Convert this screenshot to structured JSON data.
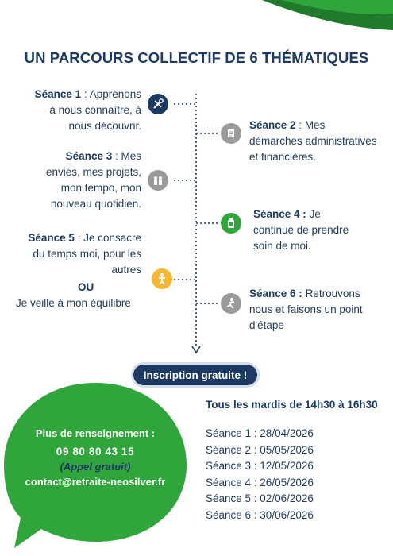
{
  "title": "UN PARCOURS COLLECTIF DE 6 THÉMATIQUES",
  "sessions": [
    {
      "label": "Séance 1",
      "sep": " : ",
      "lines": [
        "Apprenons",
        "à nous connaître, à",
        "nous découvrir."
      ]
    },
    {
      "label": "Séance 2",
      "sep": " : ",
      "lines": [
        "Mes",
        "démarches administratives",
        "et financières."
      ]
    },
    {
      "label": "Séance 3",
      "sep": " : ",
      "lines": [
        "Mes",
        "envies, mes projets,",
        "mon tempo, mon",
        "nouveau quotidien."
      ]
    },
    {
      "label": "Séance 4 :",
      "sep": " ",
      "lines": [
        "Je",
        "continue de prendre",
        "soin de moi."
      ]
    },
    {
      "label": "Séance 5",
      "sep": " : ",
      "lines": [
        "Je consacre",
        "du temps moi, pour les",
        "autres"
      ],
      "or": "OU",
      "alt": "Je veille à mon équilibre"
    },
    {
      "label": "Séance 6 :",
      "sep": " ",
      "lines": [
        "Retrouvons",
        "nous et faisons un point",
        "d'étape"
      ]
    }
  ],
  "icons": [
    "tools-icon",
    "document-icon",
    "people-icon",
    "bottle-icon",
    "pulley-icon",
    "exercise-icon"
  ],
  "colors": {
    "navy": "#1c3a63",
    "green": "#2fa53b",
    "dark_green": "#1f7a2c",
    "grey": "#9a9a9a",
    "yellow": "#f5b731"
  },
  "badge": "Inscription gratuite !",
  "contact": {
    "heading": "Plus de renseignement :",
    "phone": "09 80 80 43 15",
    "note": "(Appel gratuit)",
    "email": "contact@retraite-neosilver.fr"
  },
  "schedule": "Tous les mardis de 14h30 à 16h30",
  "dates": [
    "Séance 1 : 28/04/2026",
    "Séance 2 : 05/05/2026",
    "Séance 3 : 12/05/2026",
    "Séance 4 : 26/05/2026",
    "Séance 5 : 02/06/2026",
    "Séance 6 : 30/06/2026"
  ]
}
